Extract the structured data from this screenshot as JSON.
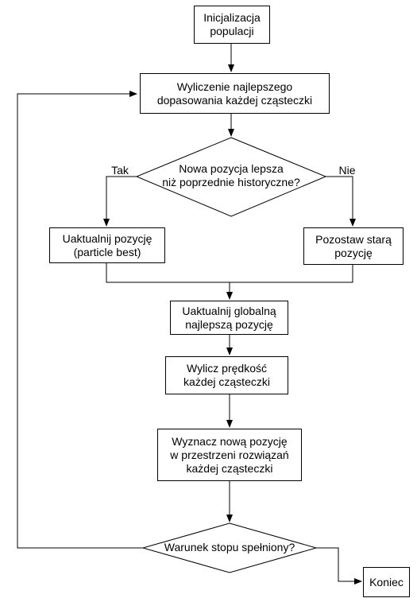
{
  "diagram": {
    "nodes": {
      "init": "Inicjalizacja\npopulacji",
      "fitness": "Wyliczenie najlepszego\ndopasowania każdej cząsteczki",
      "decision": "Nowa pozycja lepsza\nniż poprzednie historyczne?",
      "update_best": "Uaktualnij pozycję\n(particle best)",
      "keep_old": "Pozostaw starą\npozycję",
      "update_global": "Uaktualnij globalną\nnajlepszą pozycję",
      "velocity": "Wylicz prędkość\nkażdej cząsteczki",
      "new_position": "Wyznacz nową pozycję\nw przestrzeni rozwiązań\nkażdej cząsteczki",
      "stop_condition": "Warunek stopu spełniony?",
      "end": "Koniec"
    },
    "edge_labels": {
      "yes": "Tak",
      "no": "Nie"
    },
    "colors": {
      "stroke": "#000000",
      "fill": "#ffffff"
    }
  }
}
